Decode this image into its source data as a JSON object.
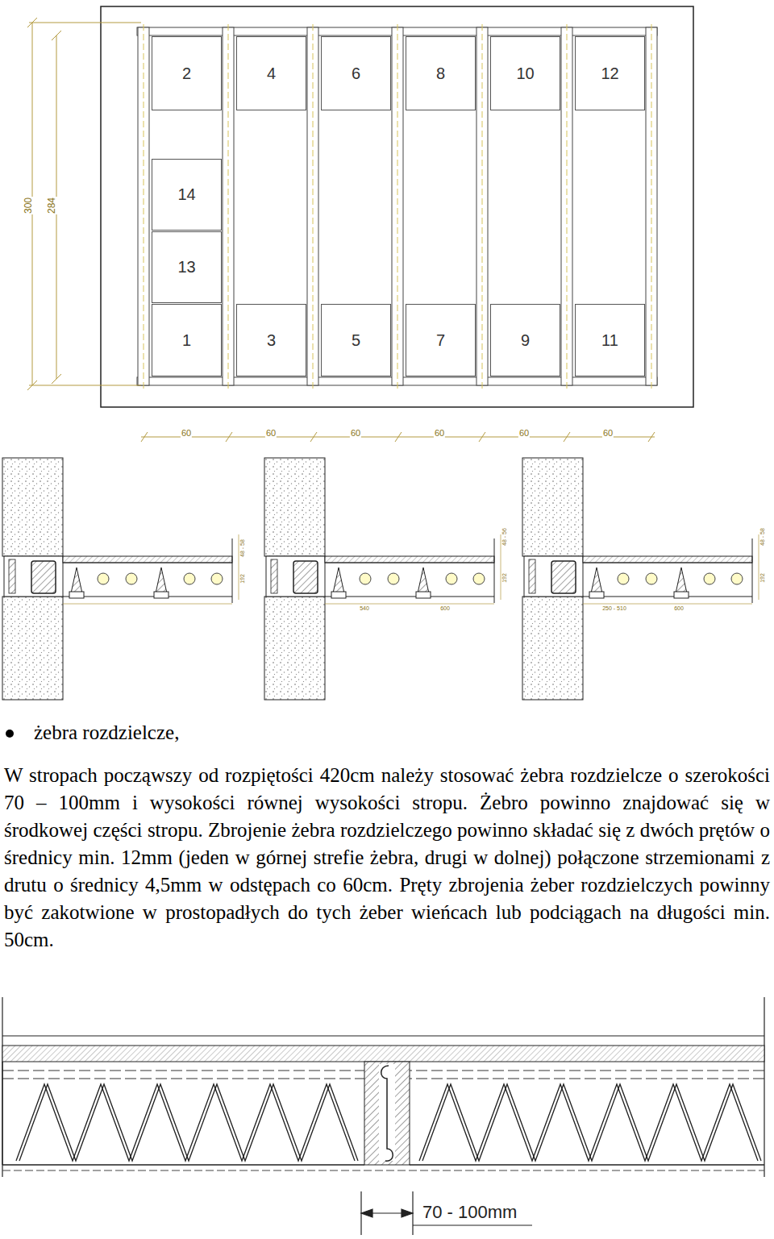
{
  "diagram": {
    "nodes": [
      {
        "text": [
          "2"
        ]
      },
      {
        "text": [
          "4"
        ]
      },
      {
        "text": [
          "6"
        ]
      },
      {
        "text": [
          "8"
        ]
      },
      {
        "text": [
          "10"
        ]
      },
      {
        "text": [
          "12"
        ]
      },
      {
        "text": [
          "14"
        ]
      },
      {
        "text": [
          "13"
        ]
      },
      {
        "text": [
          "1"
        ]
      },
      {
        "text": [
          "3"
        ]
      },
      {
        "text": [
          "5"
        ]
      },
      {
        "text": [
          "7"
        ]
      },
      {
        "text": [
          "9"
        ]
      },
      {
        "text": [
          "11"
        ]
      }
    ],
    "labels": [
      "300",
      "284",
      "60",
      "60",
      "60",
      "60",
      "60",
      "60",
      "48 - 58",
      "192",
      "48 - 56",
      "192",
      "540",
      "600",
      "48 - 58",
      "192",
      "250 - 510",
      "600",
      "żebra rozdzielcze,",
      "W stropach począwszy od rozpiętości 420cm należy stosować żebra rozdzielcze o szerokości 70 – 100mm i wysokości równej wysokości stropu. Żebro powinno znajdować się w środkowej części stropu. Zbrojenie żebra rozdzielczego powinno składać się z dwóch prętów o średnicy min. 12mm (jeden w górnej strefie żebra, drugi w dolnej) połączone strzemionami z drutu o średnicy 4,5mm w odstępach co 60cm. Pręty zbrojenia żeber rozdzielczych powinny być zakotwione w prostopadłych do tych żeber wieńcach lub podciągach na długości min. 50cm.",
      "70 - 100mm"
    ]
  }
}
